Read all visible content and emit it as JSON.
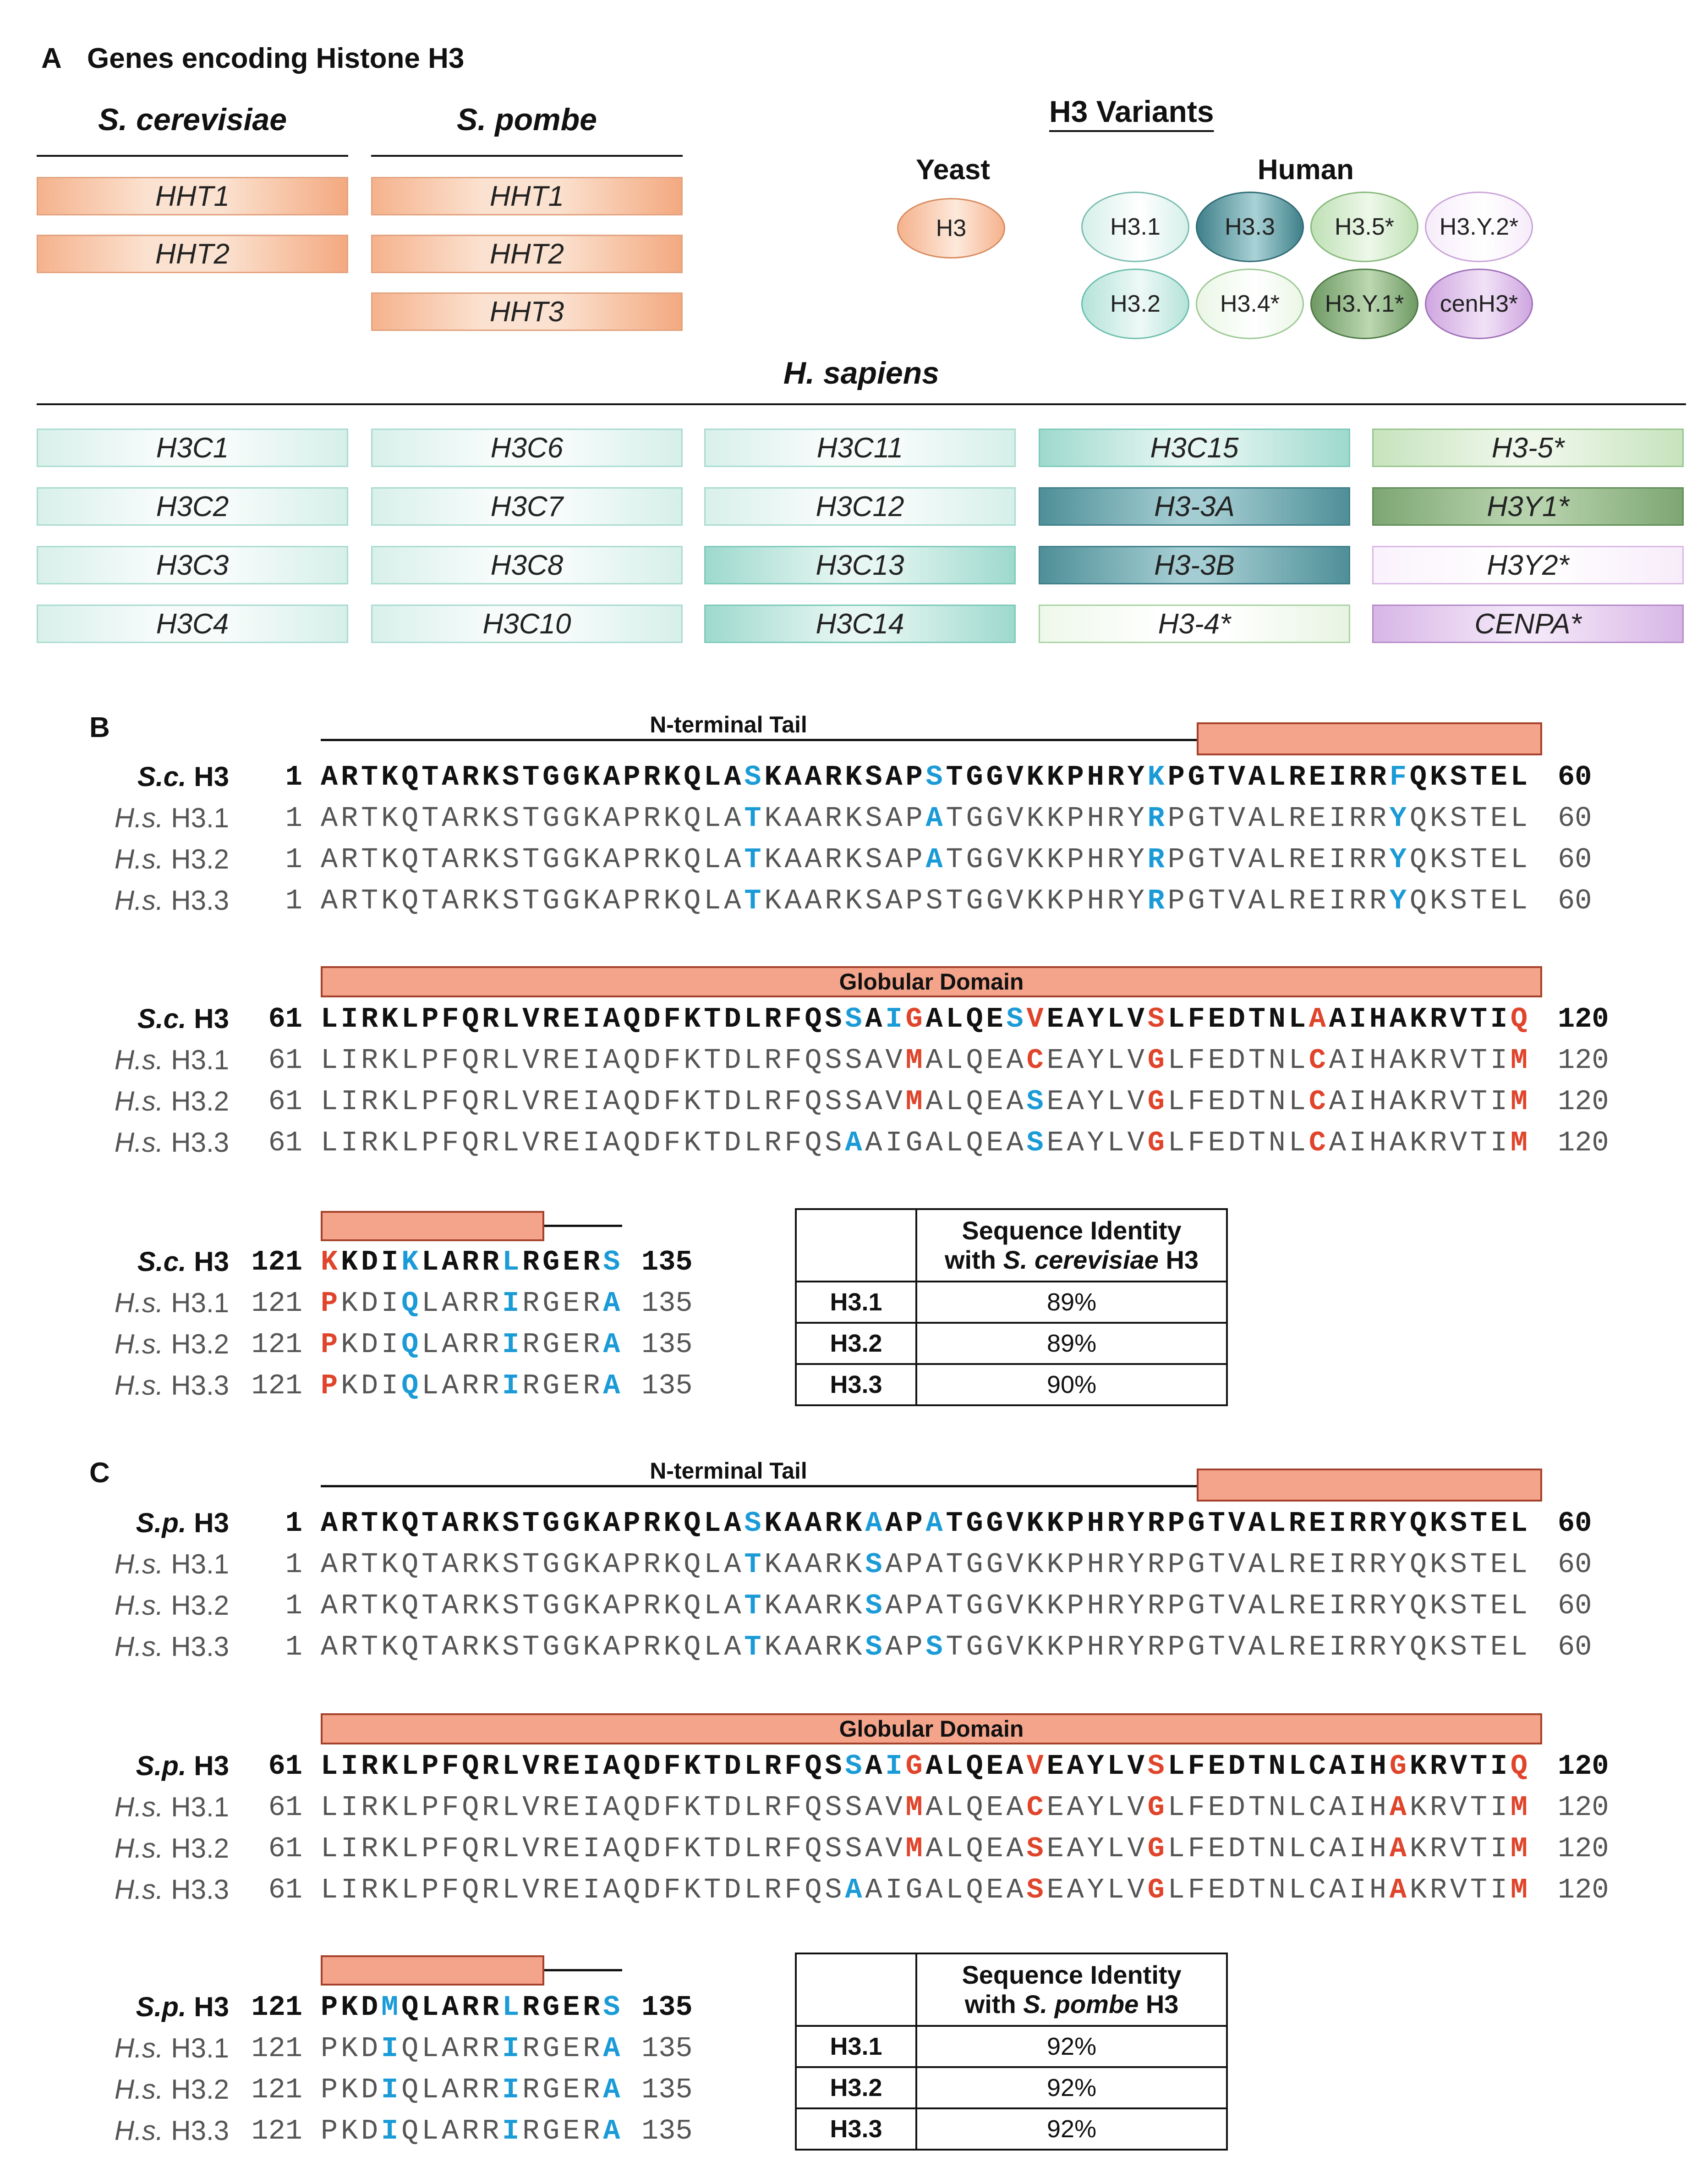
{
  "panelA": {
    "letter": "A",
    "title": "Genes encoding Histone H3",
    "sc_title": "S. cerevisiae",
    "sp_title": "S. pombe",
    "sc_genes": [
      "HHT1",
      "HHT2"
    ],
    "sp_genes": [
      "HHT1",
      "HHT2",
      "HHT3"
    ],
    "variants_title": "H3 Variants",
    "yeast_label": "Yeast",
    "human_label": "Human",
    "yeast_variant": "H3",
    "human_variants_row1": [
      "H3.1",
      "H3.3",
      "H3.5*",
      "H3.Y.2*"
    ],
    "human_variants_row2": [
      "H3.2",
      "H3.4*",
      "H3.Y.1*",
      "cenH3*"
    ],
    "hs_title": "H. sapiens",
    "hs_genes": [
      [
        "H3C1",
        "H3C6",
        "H3C11",
        "H3C15",
        "H3-5*"
      ],
      [
        "H3C2",
        "H3C7",
        "H3C12",
        "H3-3A",
        "H3Y1*"
      ],
      [
        "H3C3",
        "H3C8",
        "H3C13",
        "H3-3B",
        "H3Y2*"
      ],
      [
        "H3C4",
        "H3C10",
        "H3C14",
        "H3-4*",
        "CENPA*"
      ]
    ]
  },
  "panelB": {
    "letter": "B",
    "nterm_label": "N-terminal Tail",
    "globular_label": "Globular Domain",
    "identity_header_1": "Sequence Identity",
    "identity_header_2a": "with ",
    "identity_header_2b": "S. cerevisiae",
    "identity_header_2c": " H3",
    "identity_rows": [
      [
        "H3.1",
        "89%"
      ],
      [
        "H3.2",
        "89%"
      ],
      [
        "H3.3",
        "90%"
      ]
    ]
  },
  "panelC": {
    "letter": "C",
    "nterm_label": "N-terminal Tail",
    "globular_label": "Globular Domain",
    "identity_header_1": "Sequence Identity",
    "identity_header_2a": "with ",
    "identity_header_2b": "S. pombe",
    "identity_header_2c": " H3",
    "identity_rows": [
      [
        "H3.1",
        "92%"
      ],
      [
        "H3.2",
        "92%"
      ],
      [
        "H3.3",
        "92%"
      ]
    ]
  },
  "alignments": {
    "B1": {
      "start": "1",
      "end": "60",
      "rows": [
        {
          "sp": "S.c.",
          "name": " H3",
          "ref": true,
          "seq": "ARTKQTARKSTGGKAPRKQLA[b:S]KAARKSAP[b:S]TGGVKKPHRY[b:K]PGTVALREIRR[b:F]QKSTEL"
        },
        {
          "sp": "H.s.",
          "name": " H3.1",
          "ref": false,
          "seq": "ARTKQTARKSTGGKAPRKQLA[b:T]KAARKSAP[b:A]TGGVKKPHRY[b:R]PGTVALREIRR[b:Y]QKSTEL"
        },
        {
          "sp": "H.s.",
          "name": " H3.2",
          "ref": false,
          "seq": "ARTKQTARKSTGGKAPRKQLA[b:T]KAARKSAP[b:A]TGGVKKPHRY[b:R]PGTVALREIRR[b:Y]QKSTEL"
        },
        {
          "sp": "H.s.",
          "name": " H3.3",
          "ref": false,
          "seq": "ARTKQTARKSTGGKAPRKQLA[b:T]KAARKSAPSTGGVKKPHRY[b:R]PGTVALREIRR[b:Y]QKSTEL"
        }
      ]
    },
    "B2": {
      "start": "61",
      "end": "120",
      "rows": [
        {
          "sp": "S.c.",
          "name": " H3",
          "ref": true,
          "seq": "LIRKLPFQRLVREIAQDFKTDLRFQS[b:S]A[b:I][r:G]ALQE[b:S][r:V]EAYLV[r:S]LFEDTNL[r:A]AIHAKRVTI[r:Q]"
        },
        {
          "sp": "H.s.",
          "name": " H3.1",
          "ref": false,
          "seq": "LIRKLPFQRLVREIAQDFKTDLRFQSSAV[r:M]ALQEA[r:C]EAYLV[r:G]LFEDTNL[r:C]AIHAKRVTI[r:M]"
        },
        {
          "sp": "H.s.",
          "name": " H3.2",
          "ref": false,
          "seq": "LIRKLPFQRLVREIAQDFKTDLRFQSSAV[r:M]ALQEA[b:S]EAYLV[r:G]LFEDTNL[r:C]AIHAKRVTI[r:M]"
        },
        {
          "sp": "H.s.",
          "name": " H3.3",
          "ref": false,
          "seq": "LIRKLPFQRLVREIAQDFKTDLRFQS[b:A]AIGALQEA[b:S]EAYLV[r:G]LFEDTNL[r:C]AIHAKRVTI[r:M]"
        }
      ]
    },
    "B3": {
      "start": "121",
      "end": "135",
      "rows": [
        {
          "sp": "S.c.",
          "name": " H3",
          "ref": true,
          "seq": "[r:K]KDI[b:K]LARR[b:L]RGER[b:S]"
        },
        {
          "sp": "H.s.",
          "name": " H3.1",
          "ref": false,
          "seq": "[r:P]KDI[b:Q]LARR[b:I]RGER[b:A]"
        },
        {
          "sp": "H.s.",
          "name": " H3.2",
          "ref": false,
          "seq": "[r:P]KDI[b:Q]LARR[b:I]RGER[b:A]"
        },
        {
          "sp": "H.s.",
          "name": " H3.3",
          "ref": false,
          "seq": "[r:P]KDI[b:Q]LARR[b:I]RGER[b:A]"
        }
      ]
    },
    "C1": {
      "start": "1",
      "end": "60",
      "rows": [
        {
          "sp": "S.p.",
          "name": " H3",
          "ref": true,
          "seq": "ARTKQTARKSTGGKAPRKQLA[b:S]KAARK[b:A]AP[b:A]TGGVKKPHRYRPGTVALREIRRYQKSTEL"
        },
        {
          "sp": "H.s.",
          "name": " H3.1",
          "ref": false,
          "seq": "ARTKQTARKSTGGKAPRKQLA[b:T]KAARK[b:S]APATGGVKKPHRYRPGTVALREIRRYQKSTEL"
        },
        {
          "sp": "H.s.",
          "name": " H3.2",
          "ref": false,
          "seq": "ARTKQTARKSTGGKAPRKQLA[b:T]KAARK[b:S]APATGGVKKPHRYRPGTVALREIRRYQKSTEL"
        },
        {
          "sp": "H.s.",
          "name": " H3.3",
          "ref": false,
          "seq": "ARTKQTARKSTGGKAPRKQLA[b:T]KAARK[b:S]AP[b:S]TGGVKKPHRYRPGTVALREIRRYQKSTEL"
        }
      ]
    },
    "C2": {
      "start": "61",
      "end": "120",
      "rows": [
        {
          "sp": "S.p.",
          "name": " H3",
          "ref": true,
          "seq": "LIRKLPFQRLVREIAQDFKTDLRFQS[b:S]A[b:I][r:G]ALQEA[r:V]EAYLV[r:S]LFEDTNLCAIH[r:G]KRVTI[r:Q]"
        },
        {
          "sp": "H.s.",
          "name": " H3.1",
          "ref": false,
          "seq": "LIRKLPFQRLVREIAQDFKTDLRFQSSAV[r:M]ALQEA[r:C]EAYLV[r:G]LFEDTNLCAIH[r:A]KRVTI[r:M]"
        },
        {
          "sp": "H.s.",
          "name": " H3.2",
          "ref": false,
          "seq": "LIRKLPFQRLVREIAQDFKTDLRFQSSAV[r:M]ALQEA[r:S]EAYLV[r:G]LFEDTNLCAIH[r:A]KRVTI[r:M]"
        },
        {
          "sp": "H.s.",
          "name": " H3.3",
          "ref": false,
          "seq": "LIRKLPFQRLVREIAQDFKTDLRFQS[b:A]AIGALQEA[r:S]EAYLV[r:G]LFEDTNLCAIH[r:A]KRVTI[r:M]"
        }
      ]
    },
    "C3": {
      "start": "121",
      "end": "135",
      "rows": [
        {
          "sp": "S.p.",
          "name": " H3",
          "ref": true,
          "seq": "PKD[b:M]QLARR[b:L]RGER[b:S]"
        },
        {
          "sp": "H.s.",
          "name": " H3.1",
          "ref": false,
          "seq": "PKD[b:I]QLARR[b:I]RGER[b:A]"
        },
        {
          "sp": "H.s.",
          "name": " H3.2",
          "ref": false,
          "seq": "PKD[b:I]QLARR[b:I]RGER[b:A]"
        },
        {
          "sp": "H.s.",
          "name": " H3.3",
          "ref": false,
          "seq": "PKD[b:I]QLARR[b:I]RGER[b:A]"
        }
      ]
    }
  },
  "colors": {
    "substitution_blue": "#1a9bd7",
    "substitution_red": "#e0442b",
    "domain_bar_fill": "#f4a48a",
    "domain_bar_border": "#a5412b"
  }
}
